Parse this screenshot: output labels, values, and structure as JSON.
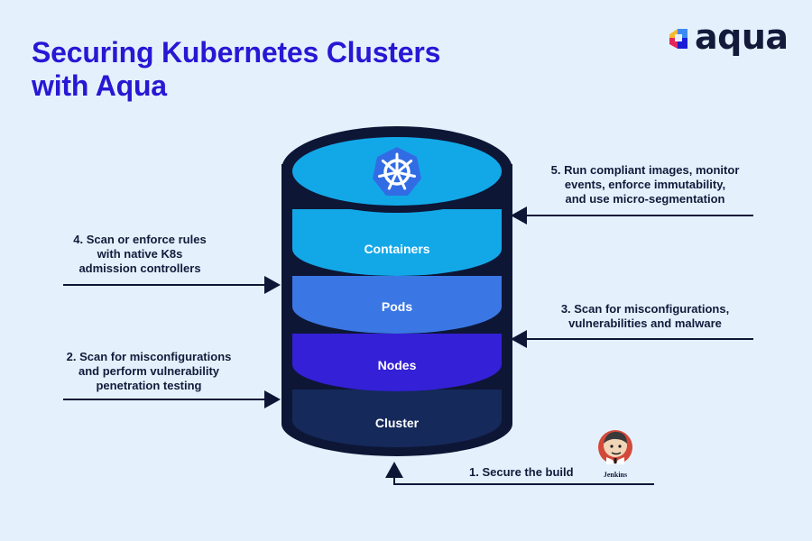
{
  "title": {
    "line1": "Securing Kubernetes Clusters",
    "line2": "with Aqua"
  },
  "logo": {
    "text": "aqua",
    "icon": "aqua-logo-icon"
  },
  "layers": [
    {
      "label": "Containers",
      "color": "#12a8e8"
    },
    {
      "label": "Pods",
      "color": "#3a77e4"
    },
    {
      "label": "Nodes",
      "color": "#3420d6"
    },
    {
      "label": "Cluster",
      "color": "#15295a"
    }
  ],
  "top_icon": "kubernetes-wheel-icon",
  "notes": {
    "step1": {
      "line1": "1.  Secure the build"
    },
    "step2": {
      "line1": "2.  Scan for misconfigurations",
      "line2": "and perform vulnerability",
      "line3": "penetration testing"
    },
    "step3": {
      "line1": "3.  Scan for misconfigurations,",
      "line2": "vulnerabilities and malware"
    },
    "step4": {
      "line1": "4.  Scan or enforce rules",
      "line2": "with native K8s",
      "line3": "admission controllers"
    },
    "step5": {
      "line1": "5. Run compliant images, monitor",
      "line2": "events, enforce immutability,",
      "line3": "and use micro-segmentation"
    }
  },
  "jenkins": {
    "label": "Jenkins",
    "icon": "jenkins-logo-icon"
  },
  "colors": {
    "title": "#2718d4",
    "outline": "#0e1636",
    "background": "#e4f1fd",
    "top_cap": "#12a8e8"
  }
}
